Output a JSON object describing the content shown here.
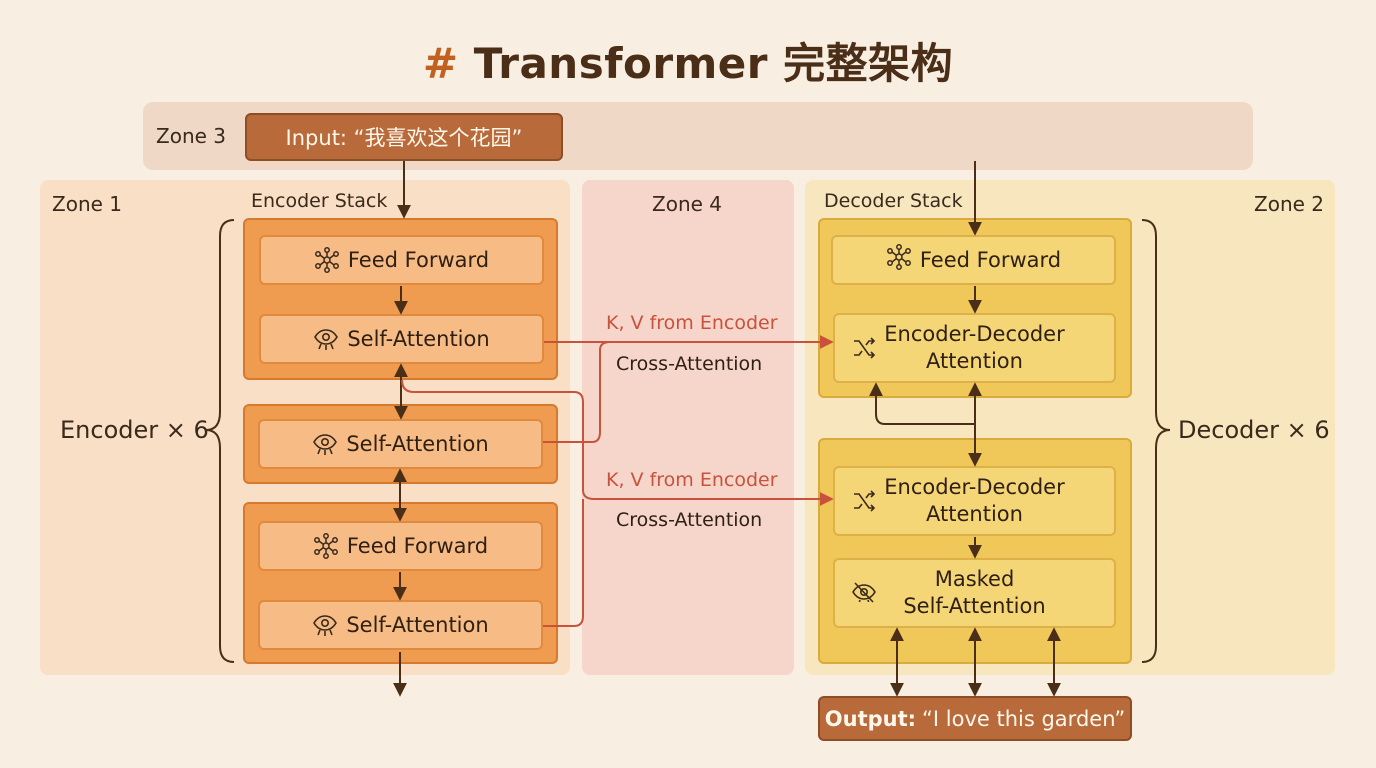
{
  "title": {
    "hash": "#",
    "text": "Transformer 完整架构"
  },
  "zones": {
    "zone1": "Zone 1",
    "zone2": "Zone 2",
    "zone3": "Zone 3",
    "zone4": "Zone 4"
  },
  "input": {
    "text": "Input: “我喜欢这个花园”"
  },
  "output": {
    "label": "Output:",
    "text": "“I love this garden”"
  },
  "encoder": {
    "stack_label": "Encoder Stack",
    "repeat_label": "Encoder × 6",
    "block1": {
      "top": "Feed Forward",
      "bottom": "Self-Attention"
    },
    "block2": {
      "only": "Self-Attention"
    },
    "block3": {
      "top": "Feed Forward",
      "bottom": "Self-Attention"
    }
  },
  "decoder": {
    "stack_label": "Decoder Stack",
    "repeat_label": "Decoder × 6",
    "block1": {
      "top": "Feed Forward",
      "bottom_line1": "Encoder-Decoder",
      "bottom_line2": "Attention"
    },
    "block2": {
      "top_line1": "Encoder-Decoder",
      "top_line2": "Attention",
      "bottom_line1": "Masked",
      "bottom_line2": "Self-Attention"
    }
  },
  "cross": {
    "kv_label_1": "K, V from Encoder",
    "cross_label_1": "Cross-Attention",
    "kv_label_2": "K, V from Encoder",
    "cross_label_2": "Cross-Attention"
  },
  "colors": {
    "encoder_block": "#ef9b50",
    "encoder_sub": "#f7bc86",
    "decoder_block": "#f0c85a",
    "decoder_sub": "#f5d677",
    "cross_arrow": "#c9523d",
    "io_box": "#b86a3a",
    "arrow": "#4a2e17"
  },
  "icons": {
    "feed_forward": "network-icon",
    "self_attention": "eye-icon",
    "cross_attention": "shuffle-icon",
    "masked": "eye-off-icon"
  }
}
